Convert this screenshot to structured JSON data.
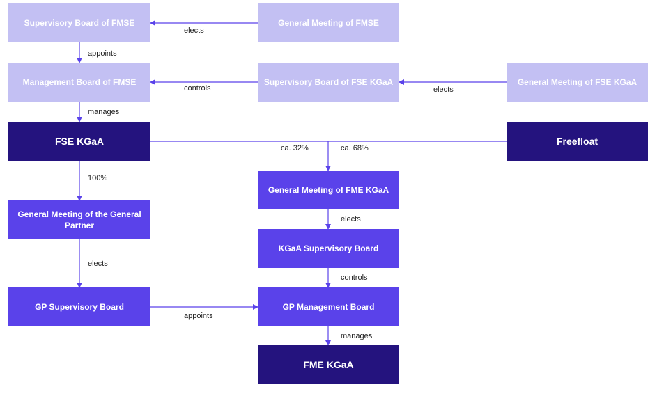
{
  "colors": {
    "light_box": "#c3c0f3",
    "medium_box": "#5a42ea",
    "dark_box": "#24137e",
    "connector": "#5a42ea"
  },
  "nodes": {
    "fmse_supervisory_board": "Supervisory Board of FMSE",
    "fmse_general_meeting": "General Meeting of FMSE",
    "fmse_management_board": "Management Board of FMSE",
    "fse_supervisory_board": "Supervisory Board of FSE KGaA",
    "fse_general_meeting": "General Meeting of FSE KGaA",
    "fse_kgaa": "FSE KGaA",
    "freefloat": "Freefloat",
    "gp_general_meeting": "General Meeting of the General Partner",
    "fme_general_meeting": "General Meeting of FME KGaA",
    "kgaa_supervisory_board": "KGaA Supervisory Board",
    "gp_supervisory_board": "GP Supervisory Board",
    "gp_management_board": "GP Management Board",
    "fme_kgaa": "FME KGaA"
  },
  "edges": {
    "gm_fmse_elects": "elects",
    "sb_fmse_appoints": "appoints",
    "sb_fse_controls": "controls",
    "gm_fse_elects": "elects",
    "mb_fmse_manages": "manages",
    "fse_share": "ca. 32%",
    "freefloat_share": "ca. 68%",
    "fse_gp_share": "100%",
    "fme_gm_elects": "elects",
    "gp_gm_elects": "elects",
    "kgaa_sb_controls": "controls",
    "gp_sb_appoints": "appoints",
    "gp_mb_manages": "manages"
  }
}
